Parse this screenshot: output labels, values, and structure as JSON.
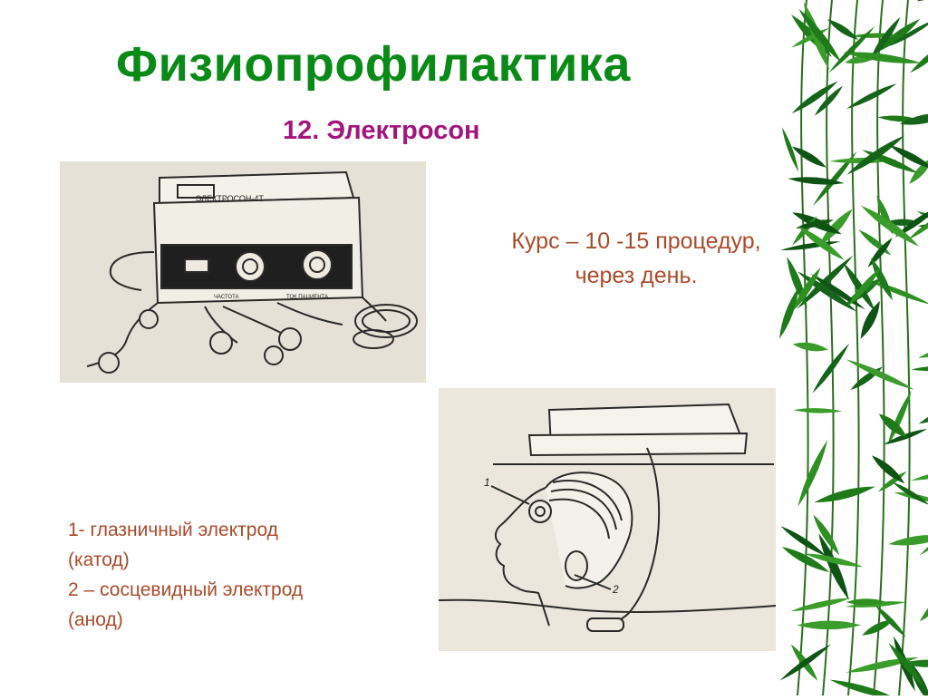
{
  "slide": {
    "title": "Физиопрофилактика",
    "subtitle": "12. Электросон",
    "course_line1": "Курс – 10 -15 процедур,",
    "course_line2": "через день.",
    "legend": [
      "1- глазничный электрод",
      "(катод)",
      "2 – сосцевидный электрод",
      "(анод)"
    ]
  },
  "figure_device": {
    "brand_label": "ЭЛЕКТРОСОН-4Т",
    "left_knob_label": "ЧАСТОТА",
    "right_knob_label": "ТОК ПАЦИЕНТА"
  },
  "figure_patient": {
    "marker_1": "1",
    "marker_2": "2"
  },
  "colors": {
    "title": "#0a8a17",
    "subtitle": "#a3157d",
    "body_text": "#a94a2a",
    "leaves": "#1f7a1a"
  },
  "icons": [
    "bamboo-leaves-decoration",
    "electrosleep-device-illustration",
    "patient-electrodes-illustration"
  ]
}
